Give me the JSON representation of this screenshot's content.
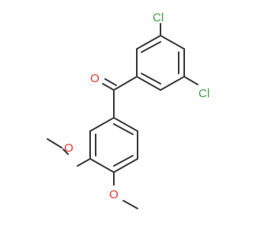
{
  "molecule": {
    "atoms": [
      {
        "id": "O1",
        "symbol": "O",
        "label": "O",
        "color": "#e53935"
      },
      {
        "id": "Cl1",
        "symbol": "Cl",
        "label": "Cl",
        "color": "#43a047"
      },
      {
        "id": "Cl2",
        "symbol": "Cl",
        "label": "Cl",
        "color": "#43a047"
      },
      {
        "id": "O2",
        "symbol": "O",
        "label": "O",
        "color": "#e53935"
      },
      {
        "id": "O3",
        "symbol": "O",
        "label": "O",
        "color": "#e53935"
      }
    ],
    "bond_color": "#3a3a3a"
  }
}
